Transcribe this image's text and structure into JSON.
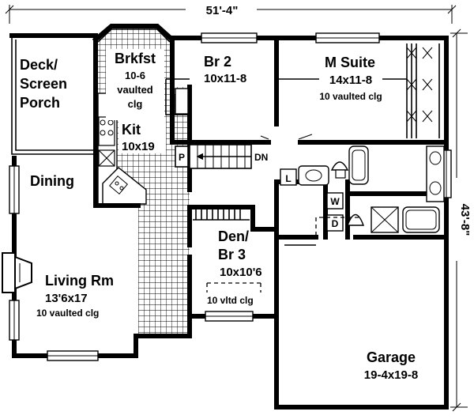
{
  "dimensions": {
    "width": "51'-4\"",
    "depth": "43'-8\""
  },
  "rooms": {
    "deck": [
      "Deck/",
      "Screen",
      "Porch"
    ],
    "brkfst": [
      "Brkfst",
      "10-6",
      "vaulted",
      "clg"
    ],
    "br2": [
      "Br 2",
      "10x11-8"
    ],
    "msuite": [
      "M Suite",
      "14x11-8",
      "10 vaulted clg"
    ],
    "kit": [
      "Kit",
      "10x19"
    ],
    "dining": [
      "Dining"
    ],
    "den": [
      "Den/",
      "Br 3",
      "10x10'6",
      "10 vltd clg"
    ],
    "living": [
      "Living Rm",
      "13'6x17",
      "10 vaulted clg"
    ],
    "garage": [
      "Garage",
      "19-4x19-8"
    ]
  },
  "fixtures": {
    "pantry": "P",
    "stair_dn": "DN",
    "linen": "L",
    "washer": "W",
    "dryer": "D"
  }
}
